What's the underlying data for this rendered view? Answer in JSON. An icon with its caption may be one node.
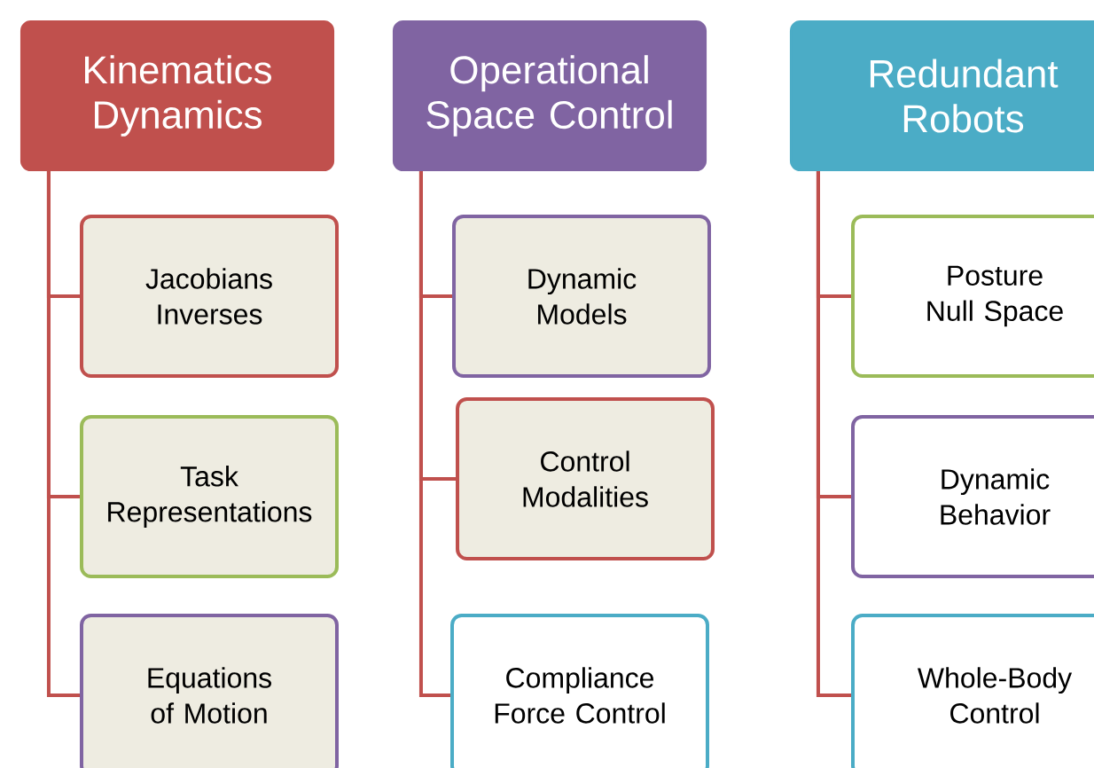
{
  "diagram": {
    "nodes": [
      {
        "text": [
          "Kinematics Dynamics"
        ]
      },
      {
        "text": [
          "Jacobians Inverses"
        ]
      },
      {
        "text": [
          "Task Representations"
        ]
      },
      {
        "text": [
          "Equations of Motion"
        ]
      },
      {
        "text": [
          "Operational Space Control"
        ]
      },
      {
        "text": [
          "Dynamic Models"
        ]
      },
      {
        "text": [
          "Control Modalities"
        ]
      },
      {
        "text": [
          "Compliance Force Control"
        ]
      },
      {
        "text": [
          "Redundant Robots"
        ]
      },
      {
        "text": [
          "Posture Null Space"
        ]
      },
      {
        "text": [
          "Dynamic Behavior"
        ]
      },
      {
        "text": [
          "Whole-Body Control"
        ]
      }
    ],
    "edges": [
      {
        "from": 0,
        "to": 1,
        "arrow": "none"
      },
      {
        "from": 0,
        "to": 2,
        "arrow": "none"
      },
      {
        "from": 0,
        "to": 3,
        "arrow": "none"
      },
      {
        "from": 4,
        "to": 5,
        "arrow": "none"
      },
      {
        "from": 4,
        "to": 6,
        "arrow": "none"
      },
      {
        "from": 4,
        "to": 7,
        "arrow": "none"
      },
      {
        "from": 8,
        "to": 9,
        "arrow": "none"
      },
      {
        "from": 8,
        "to": 10,
        "arrow": "none"
      },
      {
        "from": 8,
        "to": 11,
        "arrow": "none"
      }
    ]
  }
}
